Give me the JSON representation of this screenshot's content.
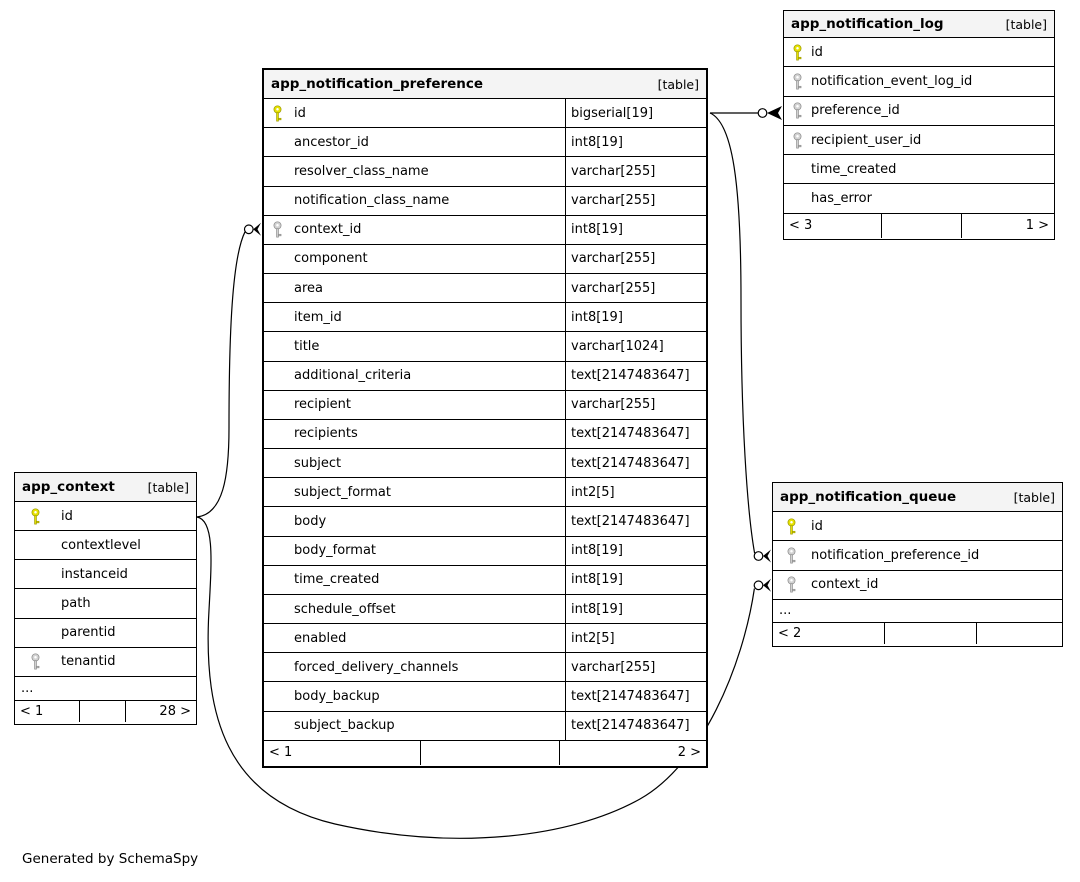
{
  "generated_by": "Generated by SchemaSpy",
  "colors": {
    "primary_key": "#e6e200",
    "foreign_key": "#d2d2d2",
    "header_bg": "#f4f4f4",
    "line": "#000000",
    "background": "#ffffff"
  },
  "tables": {
    "preference": {
      "title": "app_notification_preference",
      "tag": "[table]",
      "columns": [
        {
          "name": "id",
          "type": "bigserial[19]",
          "key": "pk"
        },
        {
          "name": "ancestor_id",
          "type": "int8[19]",
          "key": ""
        },
        {
          "name": "resolver_class_name",
          "type": "varchar[255]",
          "key": ""
        },
        {
          "name": "notification_class_name",
          "type": "varchar[255]",
          "key": ""
        },
        {
          "name": "context_id",
          "type": "int8[19]",
          "key": "fk"
        },
        {
          "name": "component",
          "type": "varchar[255]",
          "key": ""
        },
        {
          "name": "area",
          "type": "varchar[255]",
          "key": ""
        },
        {
          "name": "item_id",
          "type": "int8[19]",
          "key": ""
        },
        {
          "name": "title",
          "type": "varchar[1024]",
          "key": ""
        },
        {
          "name": "additional_criteria",
          "type": "text[2147483647]",
          "key": ""
        },
        {
          "name": "recipient",
          "type": "varchar[255]",
          "key": ""
        },
        {
          "name": "recipients",
          "type": "text[2147483647]",
          "key": ""
        },
        {
          "name": "subject",
          "type": "text[2147483647]",
          "key": ""
        },
        {
          "name": "subject_format",
          "type": "int2[5]",
          "key": ""
        },
        {
          "name": "body",
          "type": "text[2147483647]",
          "key": ""
        },
        {
          "name": "body_format",
          "type": "int8[19]",
          "key": ""
        },
        {
          "name": "time_created",
          "type": "int8[19]",
          "key": ""
        },
        {
          "name": "schedule_offset",
          "type": "int8[19]",
          "key": ""
        },
        {
          "name": "enabled",
          "type": "int2[5]",
          "key": ""
        },
        {
          "name": "forced_delivery_channels",
          "type": "varchar[255]",
          "key": ""
        },
        {
          "name": "body_backup",
          "type": "text[2147483647]",
          "key": ""
        },
        {
          "name": "subject_backup",
          "type": "text[2147483647]",
          "key": ""
        }
      ],
      "footer": {
        "left": "< 1",
        "mid": "",
        "right": "2 >"
      }
    },
    "log": {
      "title": "app_notification_log",
      "tag": "[table]",
      "columns": [
        {
          "name": "id",
          "key": "pk"
        },
        {
          "name": "notification_event_log_id",
          "key": "fk"
        },
        {
          "name": "preference_id",
          "key": "fk"
        },
        {
          "name": "recipient_user_id",
          "key": "fk"
        },
        {
          "name": "time_created",
          "key": ""
        },
        {
          "name": "has_error",
          "key": ""
        }
      ],
      "footer": {
        "left": "< 3",
        "mid": "",
        "right": "1 >"
      }
    },
    "queue": {
      "title": "app_notification_queue",
      "tag": "[table]",
      "columns": [
        {
          "name": "id",
          "key": "pk"
        },
        {
          "name": "notification_preference_id",
          "key": "fk"
        },
        {
          "name": "context_id",
          "key": "fk"
        }
      ],
      "more": "...",
      "footer": {
        "left": "< 2",
        "mid": "",
        "right": ""
      }
    },
    "context": {
      "title": "app_context",
      "tag": "[table]",
      "columns": [
        {
          "name": "id",
          "key": "pk"
        },
        {
          "name": "contextlevel",
          "key": ""
        },
        {
          "name": "instanceid",
          "key": ""
        },
        {
          "name": "path",
          "key": ""
        },
        {
          "name": "parentid",
          "key": ""
        },
        {
          "name": "tenantid",
          "key": "fk"
        }
      ],
      "more": "...",
      "footer": {
        "left": "< 1",
        "mid": "",
        "right": "28 >"
      }
    }
  },
  "relationships": [
    {
      "parent": "app_notification_preference.id",
      "child": "app_notification_log.preference_id"
    },
    {
      "parent": "app_notification_preference.id",
      "child": "app_notification_queue.notification_preference_id"
    },
    {
      "parent": "app_context.id",
      "child": "app_notification_preference.context_id"
    },
    {
      "parent": "app_context.id",
      "child": "app_notification_queue.context_id"
    }
  ]
}
